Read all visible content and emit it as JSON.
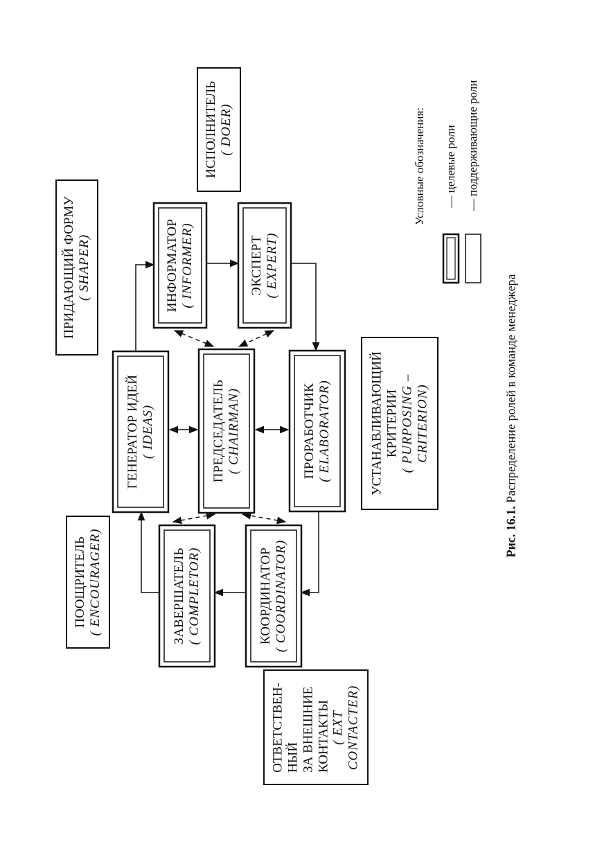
{
  "caption": {
    "number": "Рис. 16.1.",
    "text": "Распределение ролей в команде менеджера"
  },
  "legend": {
    "title": "Условные обозначения:",
    "target_label": "— целевые роли",
    "support_label": "— поддерживающие роли"
  },
  "roles": {
    "generator": {
      "name": "ГЕНЕРАТОР ИДЕЙ",
      "en": "( IDEAS)"
    },
    "chairman": {
      "name": "ПРЕДСЕДАТЕЛЬ",
      "en": "( CHAIRMAN)"
    },
    "elaborator": {
      "name": "ПРОРАБОТЧИК",
      "en": "( ELABORATOR)"
    },
    "informer": {
      "name": "ИНФОРМАТОР",
      "en": "( INFORMER)"
    },
    "expert": {
      "name": "ЭКСПЕРТ",
      "en": "( EXPERT)"
    },
    "completor": {
      "name": "ЗАВЕРШАТЕЛЬ",
      "en": "( COMPLETOR)"
    },
    "coordinator": {
      "name": "КООРДИНАТОР",
      "en": "( COORDINATOR)"
    },
    "shaper": {
      "name": "ПРИДАЮЩИЙ ФОРМУ",
      "en": "( SHAPER)"
    },
    "doer": {
      "name": "ИСПОЛНИТЕЛЬ",
      "en": "( DOER)"
    },
    "encourager": {
      "name": "ПООЩРИТЕЛЬ",
      "en": "( ENCOURAGER)"
    },
    "purposing": {
      "line1": "УСТАНАВЛИВАЮЩИЙ",
      "line2": "КРИТЕРИИ",
      "en1": "( PURPOSING –",
      "en2": "CRITERION)"
    },
    "ext_contacter": {
      "line1": "ОТВЕТСТВЕН-",
      "line2": "НЫЙ",
      "line3": "ЗА ВНЕШНИЕ",
      "line4": "КОНТАКТЫ",
      "en1": "( EXT",
      "en2": "CONTACTER)"
    }
  }
}
